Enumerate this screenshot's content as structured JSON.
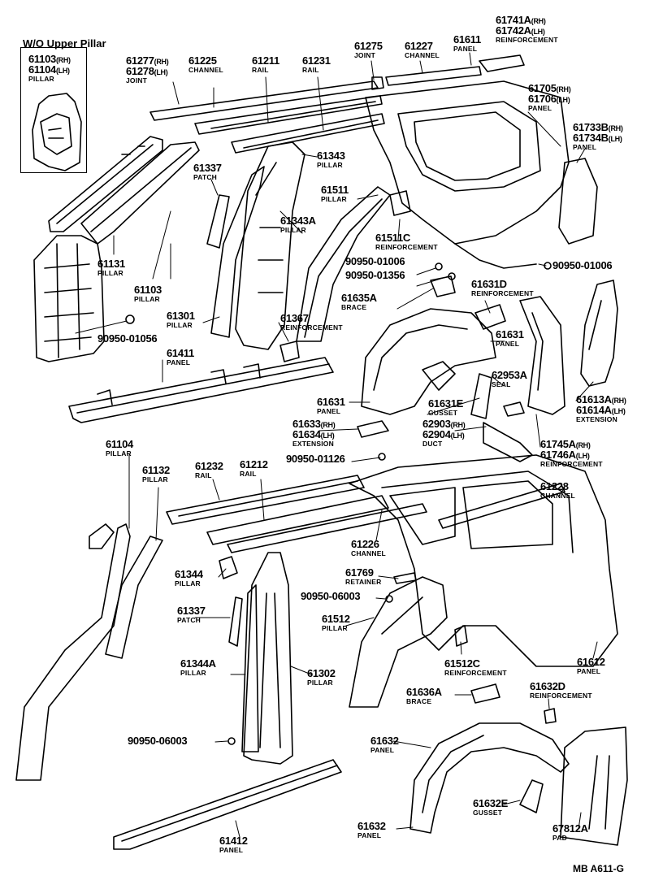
{
  "box_title": "W/O Upper Pillar",
  "ref_code": "MB A611-G",
  "labels": [
    {
      "pn": "61103",
      "suf": "(RH)",
      "pn2": "61104",
      "suf2": "(LH)",
      "name": "PILLAR"
    },
    {
      "pn": "61277",
      "suf": "(RH)",
      "pn2": "61278",
      "suf2": "(LH)",
      "name": "JOINT"
    },
    {
      "pn": "61225",
      "name": "CHANNEL"
    },
    {
      "pn": "61211",
      "name": "RAIL"
    },
    {
      "pn": "61231",
      "name": "RAIL"
    },
    {
      "pn": "61275",
      "name": "JOINT"
    },
    {
      "pn": "61227",
      "name": "CHANNEL"
    },
    {
      "pn": "61611",
      "name": "PANEL"
    },
    {
      "pn": "61741A",
      "suf": "(RH)",
      "pn2": "61742A",
      "suf2": "(LH)",
      "name": "REINFORCEMENT"
    },
    {
      "pn": "61705",
      "suf": "(RH)",
      "pn2": "61706",
      "suf2": "(LH)",
      "name": "PANEL"
    },
    {
      "pn": "61733B",
      "suf": "(RH)",
      "pn2": "61734B",
      "suf2": "(LH)",
      "name": "PANEL"
    },
    {
      "pn": "61343",
      "name": "PILLAR"
    },
    {
      "pn": "61337",
      "name": "PATCH"
    },
    {
      "pn": "61343A",
      "name": "PILLAR"
    },
    {
      "pn": "61511",
      "name": "PILLAR"
    },
    {
      "pn": "61511C",
      "name": "REINFORCEMENT"
    },
    {
      "pn": "90950-01006"
    },
    {
      "pn": "90950-01006"
    },
    {
      "pn": "90950-01356"
    },
    {
      "pn": "61131",
      "name": "PILLAR"
    },
    {
      "pn": "61103",
      "name": "PILLAR"
    },
    {
      "pn": "61301",
      "name": "PILLAR"
    },
    {
      "pn": "61367",
      "name": "REINFORCEMENT"
    },
    {
      "pn": "90950-01056"
    },
    {
      "pn": "61411",
      "name": "PANEL"
    },
    {
      "pn": "61635A",
      "name": "BRACE"
    },
    {
      "pn": "61631D",
      "name": "REINFORCEMENT"
    },
    {
      "pn": "61631",
      "name": "PANEL"
    },
    {
      "pn": "62953A",
      "name": "SEAL"
    },
    {
      "pn": "61631",
      "name": "PANEL"
    },
    {
      "pn": "61631E",
      "name": "GUSSET"
    },
    {
      "pn": "61633",
      "suf": "(RH)",
      "pn2": "61634",
      "suf2": "(LH)",
      "name": "EXTENSION"
    },
    {
      "pn": "62903",
      "suf": "(RH)",
      "pn2": "62904",
      "suf2": "(LH)",
      "name": "DUCT"
    },
    {
      "pn": "61613A",
      "suf": "(RH)",
      "pn2": "61614A",
      "suf2": "(LH)",
      "name": "EXTENSION"
    },
    {
      "pn": "61745A",
      "suf": "(RH)",
      "pn2": "61746A",
      "suf2": "(LH)",
      "name": "REINFORCEMENT"
    },
    {
      "pn": "90950-01126"
    },
    {
      "pn": "61104",
      "name": "PILLAR"
    },
    {
      "pn": "61132",
      "name": "PILLAR"
    },
    {
      "pn": "61232",
      "name": "RAIL"
    },
    {
      "pn": "61212",
      "name": "RAIL"
    },
    {
      "pn": "61228",
      "name": "CHANNEL"
    },
    {
      "pn": "61226",
      "name": "CHANNEL"
    },
    {
      "pn": "61344",
      "name": "PILLAR"
    },
    {
      "pn": "61769",
      "name": "RETAINER"
    },
    {
      "pn": "90950-06003"
    },
    {
      "pn": "61337",
      "name": "PATCH"
    },
    {
      "pn": "61512",
      "name": "PILLAR"
    },
    {
      "pn": "61512C",
      "name": "REINFORCEMENT"
    },
    {
      "pn": "61612",
      "name": "PANEL"
    },
    {
      "pn": "61344A",
      "name": "PILLAR"
    },
    {
      "pn": "61302",
      "name": "PILLAR"
    },
    {
      "pn": "61636A",
      "name": "BRACE"
    },
    {
      "pn": "61632D",
      "name": "REINFORCEMENT"
    },
    {
      "pn": "90950-06003"
    },
    {
      "pn": "61632",
      "name": "PANEL"
    },
    {
      "pn": "61632E",
      "name": "GUSSET"
    },
    {
      "pn": "61632",
      "name": "PANEL"
    },
    {
      "pn": "67812A",
      "name": "PAD"
    },
    {
      "pn": "61412",
      "name": "PANEL"
    }
  ]
}
